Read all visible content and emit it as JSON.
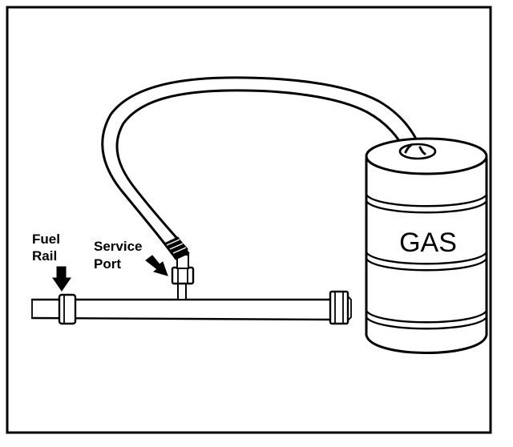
{
  "labels": {
    "fuel_rail_line1": "Fuel",
    "fuel_rail_line2": "Rail",
    "service_port_line1": "Service",
    "service_port_line2": "Port",
    "gas": "GAS"
  },
  "colors": {
    "line": "#000000",
    "background": "#ffffff"
  }
}
